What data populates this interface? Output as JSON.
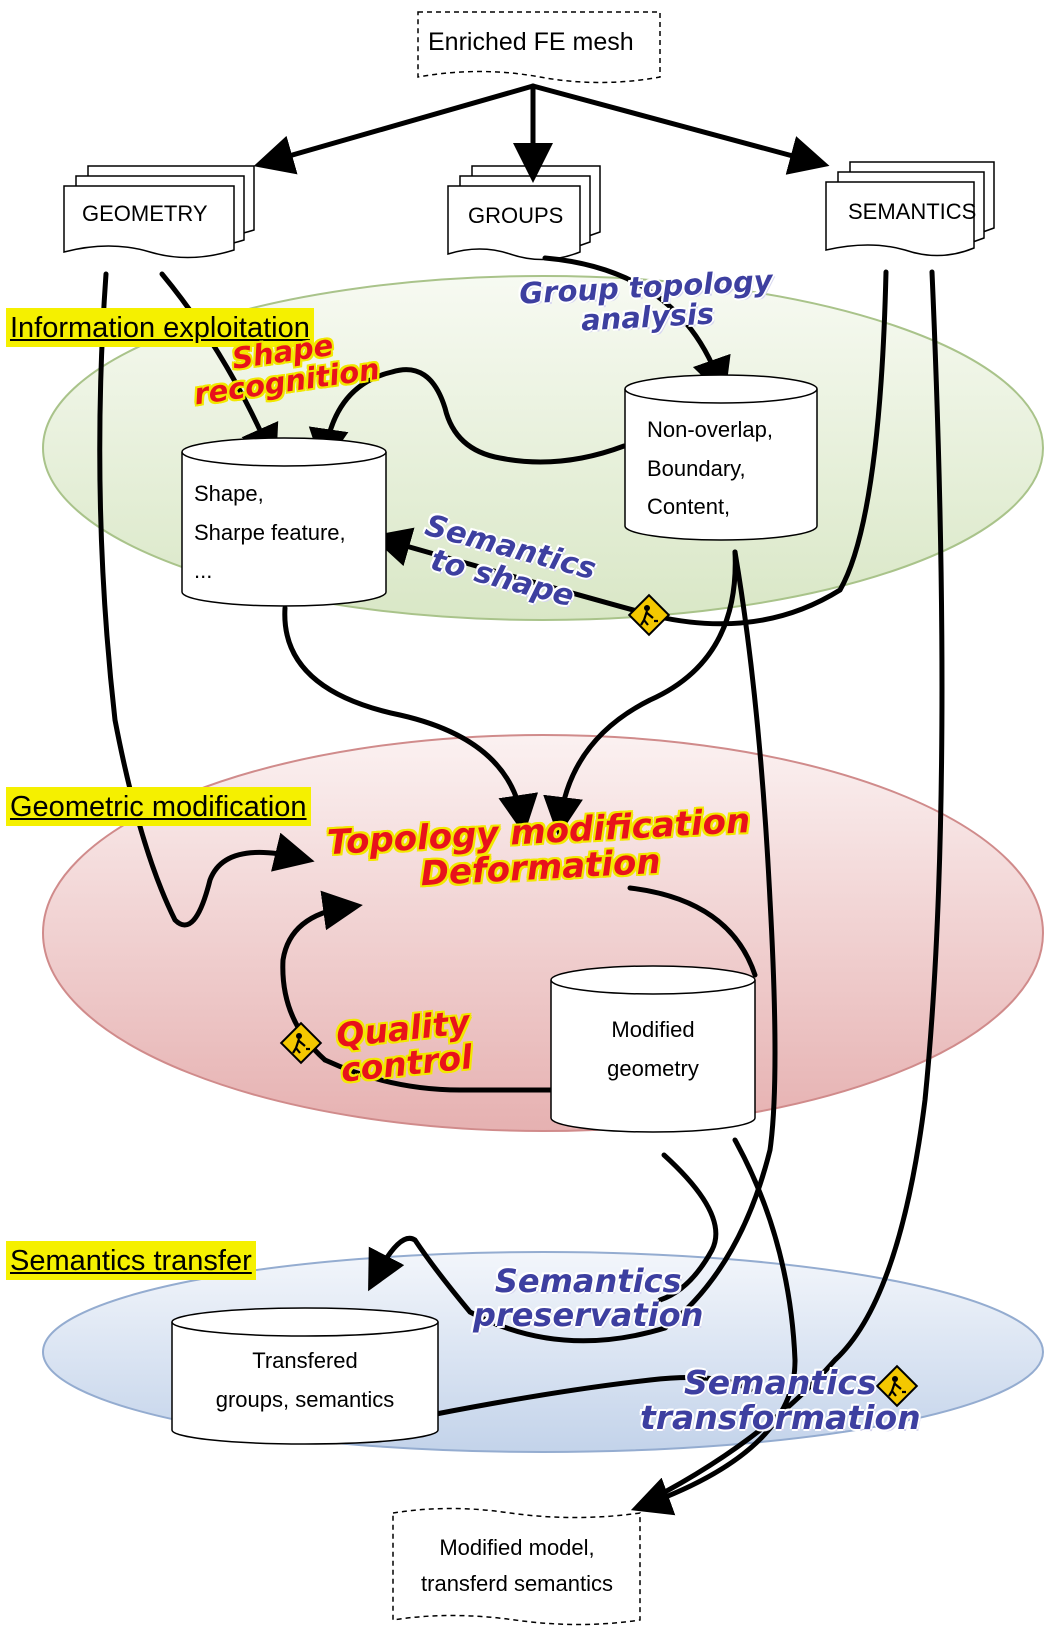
{
  "top_input": {
    "label": "Enriched FE mesh"
  },
  "documents": {
    "geometry": "GEOMETRY",
    "groups": "GROUPS",
    "semantics": "SEMANTICS"
  },
  "stages": {
    "information_exploitation": "Information exploitation",
    "geometric_modification": "Geometric modification",
    "semantics_transfer": "Semantics transfer"
  },
  "databases": {
    "shape": {
      "lines": [
        "Shape,",
        "Sharpe feature,",
        "..."
      ]
    },
    "topology": {
      "lines": [
        "Non-overlap,",
        "Boundary,",
        "Content,"
      ]
    },
    "modified_geometry": {
      "lines": [
        "Modified",
        "geometry"
      ]
    },
    "transfered": {
      "lines": [
        "Transfered",
        "groups, semantics"
      ]
    }
  },
  "processes": {
    "shape_recognition": {
      "line1": "Shape",
      "line2": "recognition"
    },
    "group_topology_analysis": {
      "line1": "Group topology",
      "line2": "analysis"
    },
    "semantics_to_shape": {
      "line1": "Semantics",
      "line2": "to shape"
    },
    "topology_modification": {
      "line1": "Topology modification",
      "line2": "Deformation"
    },
    "quality_control": {
      "line1": "Quality",
      "line2": "control"
    },
    "semantics_preservation": {
      "line1": "Semantics",
      "line2": "preservation"
    },
    "semantics_transformation": {
      "line1": "Semantics",
      "line2": "transformation"
    }
  },
  "bottom_output": {
    "line1": "Modified model,",
    "line2": "transferd semantics"
  },
  "icons": [
    "construction-worker-icon",
    "construction-worker-icon",
    "construction-worker-icon"
  ],
  "colors": {
    "info_ellipse": "#dde9cc",
    "geo_ellipse": "#ecc3c3",
    "transfer_ellipse": "#cad7eb",
    "highlight": "#f5f000",
    "red_text": "#e8121b",
    "blue_text": "#3d3fa0"
  }
}
